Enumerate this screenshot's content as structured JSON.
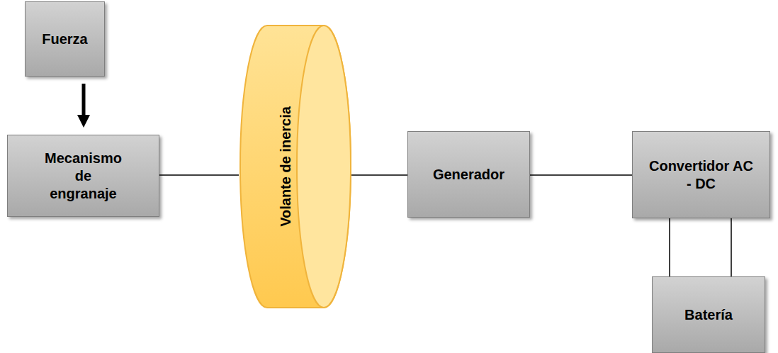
{
  "diagram": {
    "nodes": [
      {
        "text": [
          "Fuerza"
        ]
      },
      {
        "text": [
          "Mecanismo de engranaje"
        ]
      },
      {
        "text": [
          "Volante de inercia"
        ]
      },
      {
        "text": [
          "Generador"
        ]
      },
      {
        "text": [
          "Convertidor AC - DC"
        ]
      },
      {
        "text": [
          "Batería"
        ]
      }
    ],
    "edges": [
      {
        "from": 0,
        "to": 1,
        "arrow": "to"
      },
      {
        "from": 1,
        "to": 2,
        "arrow": "none"
      },
      {
        "from": 2,
        "to": 3,
        "arrow": "none"
      },
      {
        "from": 3,
        "to": 4,
        "arrow": "none"
      },
      {
        "from": 4,
        "to": 5,
        "arrow": "none"
      },
      {
        "from": 4,
        "to": 5,
        "arrow": "none"
      }
    ]
  }
}
